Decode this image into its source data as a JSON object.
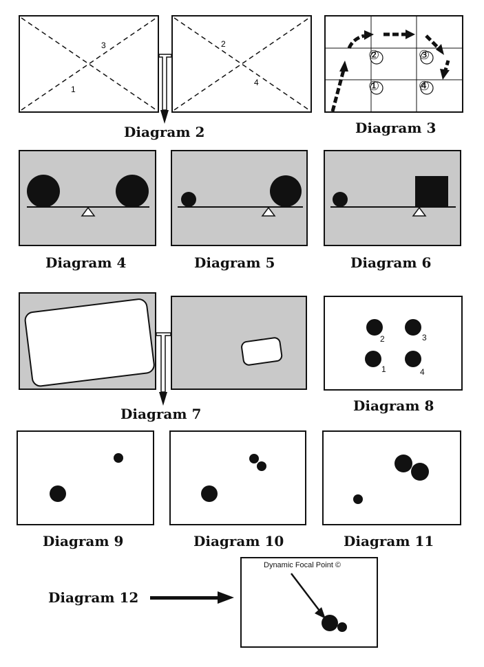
{
  "captions": {
    "d2": "Diagram 2",
    "d3": "Diagram 3",
    "d4": "Diagram 4",
    "d5": "Diagram 5",
    "d6": "Diagram 6",
    "d7": "Diagram 7",
    "d8": "Diagram 8",
    "d9": "Diagram 9",
    "d10": "Diagram 10",
    "d11": "Diagram 11",
    "d12": "Diagram 12"
  },
  "d2_labels": {
    "left_a": "3",
    "left_b": "1",
    "right_a": "2",
    "right_b": "4"
  },
  "d3_labels": {
    "c2": "②",
    "c3": "③",
    "c1": "①",
    "c4": "④"
  },
  "d8_labels": {
    "p2": "2",
    "p3": "3",
    "p1": "1",
    "p4": "4"
  },
  "d12_label": "Dynamic Focal Point ©",
  "colors": {
    "ink": "#111111",
    "gray_fill": "#c9c9c9",
    "white": "#ffffff"
  }
}
